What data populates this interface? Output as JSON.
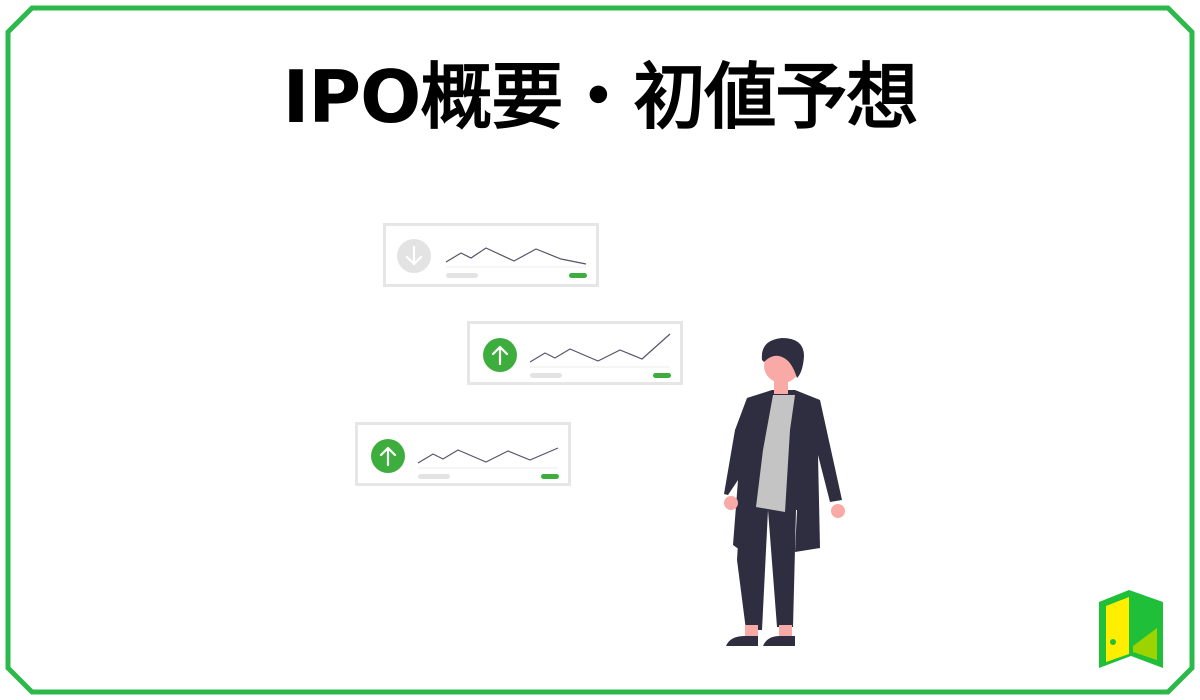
{
  "header": {
    "title": "IPO概要・初値予想"
  },
  "colors": {
    "frame_green": "#2db84b",
    "accent_green": "#3dae3d",
    "card_border": "#e6e6e6",
    "inactive_gray": "#e0e0e0",
    "figure_dark": "#2f2e41",
    "skin": "#f9aaa6",
    "shirt_gray": "#c4c4c4",
    "logo_yellow": "#ffee00",
    "logo_green": "#1fbf3a",
    "logo_lime": "#9cd300"
  },
  "illustration": {
    "cards": [
      {
        "name": "card-down",
        "trend": "down",
        "icon": "arrow-down-icon",
        "active": false
      },
      {
        "name": "card-up-1",
        "trend": "up",
        "icon": "arrow-up-icon",
        "active": true
      },
      {
        "name": "card-up-2",
        "trend": "up",
        "icon": "arrow-up-icon",
        "active": true
      }
    ],
    "figure": "standing-person"
  },
  "logo": {
    "icon": "door-logo-icon"
  }
}
